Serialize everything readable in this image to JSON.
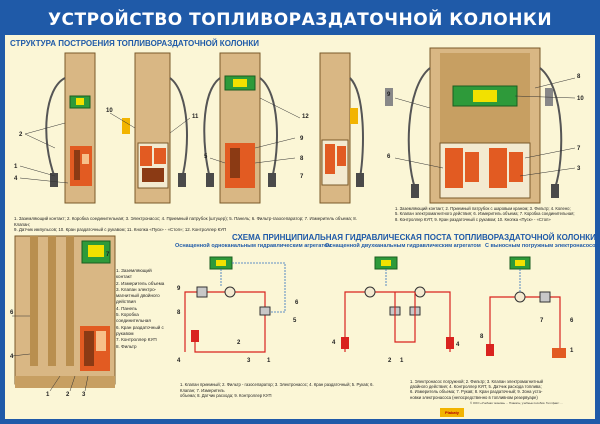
{
  "title": "УСТРОЙСТВО ТОПЛИВОРАЗДАТОЧНОЙ КОЛОНКИ",
  "section1": {
    "heading": "СТРУКТУРА ПОСТРОЕНИЯ ТОПЛИВОРАЗДАТОЧНОЙ КОЛОНКИ",
    "caption_left": [
      "1. Заземляющий контакт; 2. Коробка соединительная; 3. Электронасос; 4. Приемный патрубок (штуцер); 5. Панель; 6. Фильтр-газосепаратор; 7. Измеритель объема; 8. Клапан;",
      "9. Датчик импульсов; 10. Кран раздаточный с рукавом; 11. Кнопка «Пуск» - «Стоп»; 12. Контроллер КУП"
    ],
    "caption_right": [
      "1. Заземляющий контакт; 2. Приемный патрубок с шаровым краном; 3. Фильтр; 4. Колено;",
      "5. Клапан электромагнитного действия; 6. Измеритель объема; 7. Коробка соединительная;",
      "8. Контроллер КУП; 9. Кран раздаточный с рукавом; 10. Кнопка «Пуск» - «Стоп»"
    ]
  },
  "section2": {
    "heading": "СХЕМА ПРИНЦИПИАЛЬНАЯ ГИДРАВЛИЧЕСКАЯ ПОСТА ТОПЛИВОРАЗДАТОЧНОЙ КОЛОНКИ",
    "sub1": "Оснащенной одноканальным гидравлическим агрегатом",
    "sub2": "Оснащенной двухканальным гидравлическим агрегатом",
    "sub3": "С выносным погружным электронасосом",
    "caption_mid": [
      "1. Клапан приемный; 2. Фильтр - газосепаратор; 3. Электронасос; 4. Кран раздаточный; 5. Рукав; 6. Клапан; 7. Измеритель",
      "объема; 8. Датчик расхода; 9. Контроллер КУП"
    ],
    "caption_right": [
      "1. Электронасос погружной; 2. Фильтр; 3. Клапан электромагнитный",
      "двойного действия; 4. Контроллер КУП; 5. Датчик расхода топлива;",
      "6. Измеритель объема; 7. Рукав; 8. Кран раздаточный; 9. Зона уста-",
      "новки электронасоса (непосредственно в топливном резервуаре)"
    ]
  },
  "legend_bottom_left": [
    "1. Заземляющий контакт",
    "2. Измеритель объема",
    "3. Клапан электро-магнитный двойного действия",
    "4. Панель",
    "5. Коробка соединительная",
    "6. Кран раздаточный с рукавом",
    "7. Контроллер КУП",
    "8. Фильтр"
  ],
  "footer": {
    "text": "© ООО «Учебная техника» ... Плакаты, учебные пособия. Тел./факс: ...",
    "logo": "Plakaty"
  },
  "colors": {
    "frame_blue": "#1f5aa8",
    "background": "#fbf6d6",
    "wood": "#d9b784",
    "pump_orange": "#e25b22",
    "display_green": "#2e9a3a",
    "pipe_red": "#d9231f",
    "pipe_blue": "#2f6fbf"
  }
}
